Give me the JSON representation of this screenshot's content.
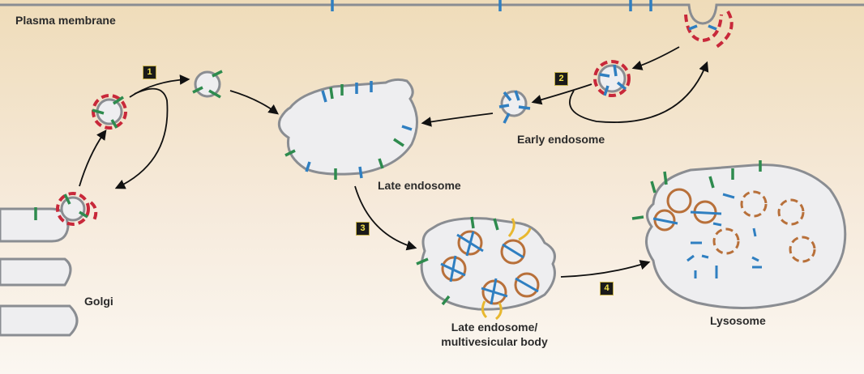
{
  "labels": {
    "plasma_membrane": "Plasma membrane",
    "golgi": "Golgi",
    "early_endosome": "Early endosome",
    "late_endosome": "Late endosome",
    "mvb_line1": "Late endosome/",
    "mvb_line2": "multivesicular body",
    "lysosome": "Lysosome"
  },
  "steps": [
    "1",
    "2",
    "3",
    "4"
  ],
  "colors": {
    "background_top": "#f1dfbf",
    "background_bottom": "#fbf6ee",
    "organelle_fill": "#eeeef0",
    "membrane_stroke": "#8a8d92",
    "receptor_green": "#2e8b4e",
    "receptor_blue": "#2f7fc1",
    "coat_red": "#c8283a",
    "vesicle_orange": "#b8703a",
    "escrt_yellow": "#e8b830"
  }
}
